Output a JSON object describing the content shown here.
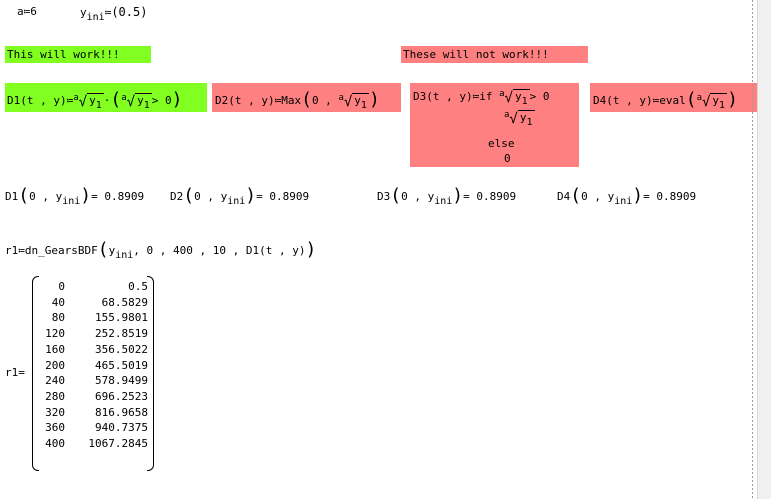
{
  "defs": {
    "a": "a",
    "assign": "≔",
    "a_value": "6",
    "y": "y",
    "ini": "ini",
    "y_value": "(0.5)"
  },
  "labels": {
    "work": "This will work!!!",
    "not_work": "These will not work!!!"
  },
  "functions": {
    "d1_lhs": "D1(t , y)≔",
    "d1_a": "a",
    "d1_y": "y",
    "d1_sub": "1",
    "d1_dot": "·",
    "d1_a2": "a",
    "d1_cond": "> 0",
    "d2_lhs": "D2(t , y)≔Max",
    "d2_args": "0 ,",
    "d2_a": "a",
    "d2_y": "y",
    "d2_sub": "1",
    "d3_lhs": "D3(t , y)≔if",
    "d3_a": "a",
    "d3_y": "y",
    "d3_sub": "1",
    "d3_cond": "> 0",
    "d3_a2": "a",
    "d3_y2": "y",
    "d3_sub2": "1",
    "d3_else": "else",
    "d3_zero": "0",
    "d4_lhs": "D4(t , y)≔eval",
    "d4_a": "a",
    "d4_y": "y",
    "d4_sub": "1"
  },
  "evaluations": [
    {
      "name": "D1",
      "arg": "0 , y",
      "sub": "ini",
      "result": "= 0.8909"
    },
    {
      "name": "D2",
      "arg": "0 , y",
      "sub": "ini",
      "result": "= 0.8909"
    },
    {
      "name": "D3",
      "arg": "0 , y",
      "sub": "ini",
      "result": "= 0.8909"
    },
    {
      "name": "D4",
      "arg": "0 , y",
      "sub": "ini",
      "result": "= 0.8909"
    }
  ],
  "solver": {
    "lhs": "r1≔dn_GearsBDF",
    "y": "y",
    "sub": "ini",
    "args": ", 0 , 400 , 10 , D1(t , y)"
  },
  "result": {
    "label": "r1=",
    "rows": [
      [
        "0",
        "0.5"
      ],
      [
        "40",
        "68.5829"
      ],
      [
        "80",
        "155.9801"
      ],
      [
        "120",
        "252.8519"
      ],
      [
        "160",
        "356.5022"
      ],
      [
        "200",
        "465.5019"
      ],
      [
        "240",
        "578.9499"
      ],
      [
        "280",
        "696.2523"
      ],
      [
        "320",
        "816.9658"
      ],
      [
        "360",
        "940.7375"
      ],
      [
        "400",
        "1067.2845"
      ]
    ]
  },
  "colors": {
    "green": "#80ff20",
    "pink": "#ff8080"
  }
}
